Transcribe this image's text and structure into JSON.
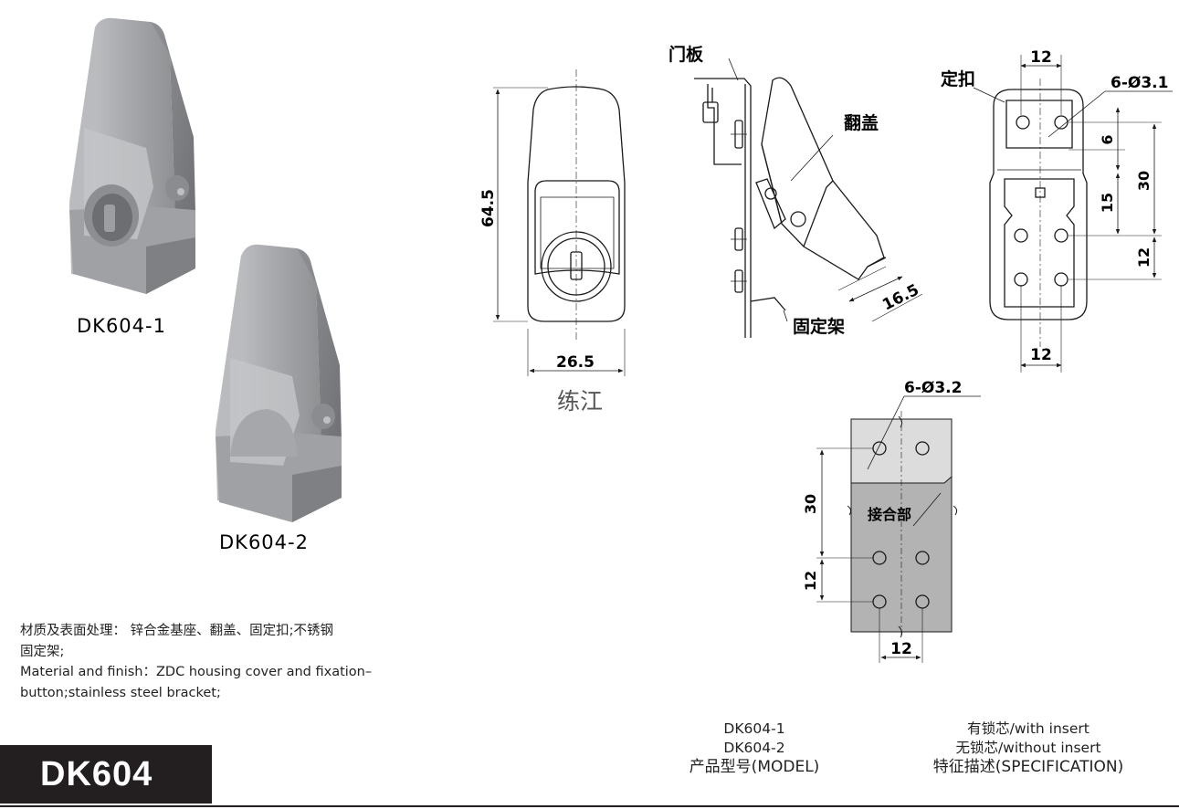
{
  "products": [
    {
      "name": "DK604-1"
    },
    {
      "name": "DK604-2"
    }
  ],
  "material": {
    "zh_line1": "材质及表面处理： 锌合金基座、翻盖、固定扣;不锈钢",
    "zh_line2": "固定架;",
    "en_line1": "Material and finish：ZDC housing cover and fixation–",
    "en_line2": "button;stainless steel bracket;"
  },
  "model_tag": "DK604",
  "front_view": {
    "height_dim": "64.5",
    "width_dim": "26.5",
    "watermark": "练江"
  },
  "side_view": {
    "door_panel": "门板",
    "flip_cover": "翻盖",
    "bracket": "固定架",
    "offset_dim": "16.5"
  },
  "catch_view": {
    "catch_label": "定扣",
    "top_dim": "12",
    "holes": "6-Ø3.1",
    "dim_6": "6",
    "dim_30": "30",
    "dim_15": "15",
    "dim_12_side": "12",
    "bottom_dim": "12"
  },
  "plate_view": {
    "holes": "6-Ø3.2",
    "dim_30": "30",
    "dim_12_side": "12",
    "bottom_dim": "12",
    "joint": "接合部"
  },
  "spec_table": {
    "models": [
      "DK604-1",
      "DK604-2"
    ],
    "model_header": "产品型号(MODEL)",
    "specs": [
      "有锁芯/with insert",
      "无锁芯/without insert"
    ],
    "spec_header": "特征描述(SPECIFICATION)"
  },
  "colors": {
    "dark": "#231f20",
    "metal": "#a9abae",
    "plate_light": "#dcdcdc",
    "plate_dark": "#b3b3b3"
  }
}
